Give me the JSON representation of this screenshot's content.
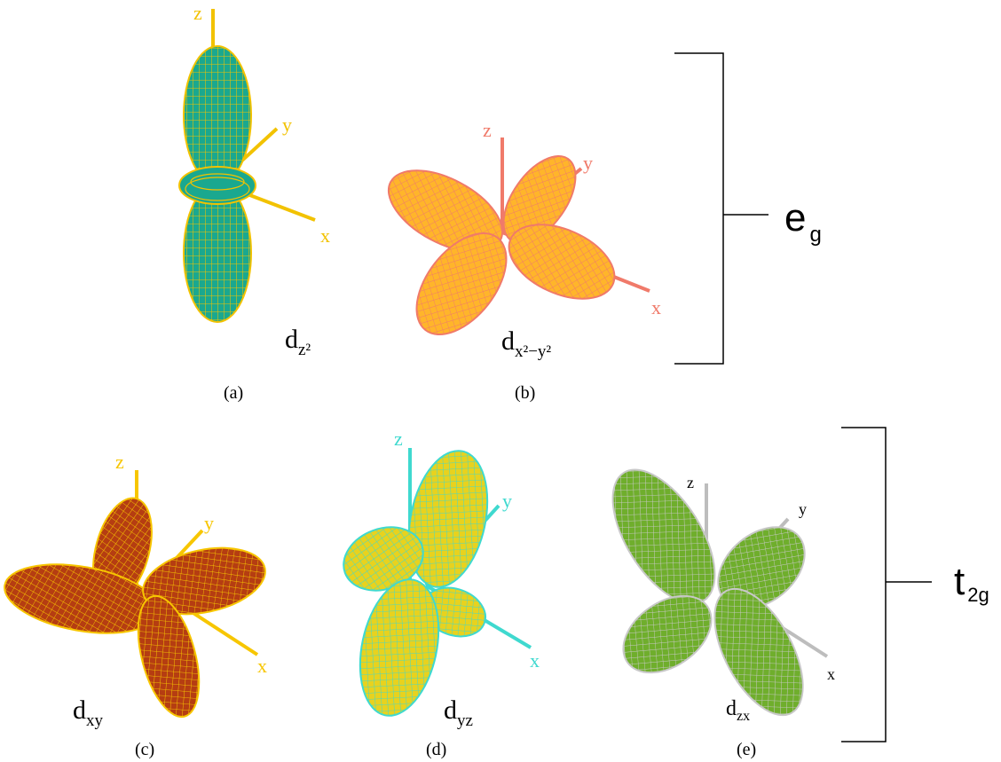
{
  "panels": [
    {
      "id": "a",
      "label": "(a)",
      "orbital": "d",
      "orbital_sub": "z²",
      "axes": {
        "x": "x",
        "y": "y",
        "z": "z"
      },
      "axis_color": "#f2c200",
      "lobe_fill": "#1aa88f",
      "mesh_color": "#f2c200"
    },
    {
      "id": "b",
      "label": "(b)",
      "orbital": "d",
      "orbital_sub": "x²−y²",
      "axes": {
        "x": "x",
        "y": "y",
        "z": "z"
      },
      "axis_color": "#f07a6a",
      "lobe_fill": "#ffb52a",
      "mesh_color": "#f07a6a"
    },
    {
      "id": "c",
      "label": "(c)",
      "orbital": "d",
      "orbital_sub": "xy",
      "axes": {
        "x": "x",
        "y": "y",
        "z": "z"
      },
      "axis_color": "#f7c600",
      "lobe_fill": "#b53d12",
      "mesh_color": "#f7c600"
    },
    {
      "id": "d",
      "label": "(d)",
      "orbital": "d",
      "orbital_sub": "yz",
      "axes": {
        "x": "x",
        "y": "y",
        "z": "z"
      },
      "axis_color": "#3fd9cf",
      "lobe_fill": "#e8d21e",
      "mesh_color": "#3fd9cf"
    },
    {
      "id": "e",
      "label": "(e)",
      "orbital": "d",
      "orbital_sub": "zx",
      "axes": {
        "x": "x",
        "y": "y",
        "z": "z"
      },
      "axis_color": "#bdbdbd",
      "lobe_fill": "#6fae2c",
      "mesh_color": "#c8c8c8"
    }
  ],
  "groups": {
    "eg": {
      "main": "e",
      "sub": "g"
    },
    "t2g": {
      "main": "t",
      "sub": "2g"
    }
  }
}
